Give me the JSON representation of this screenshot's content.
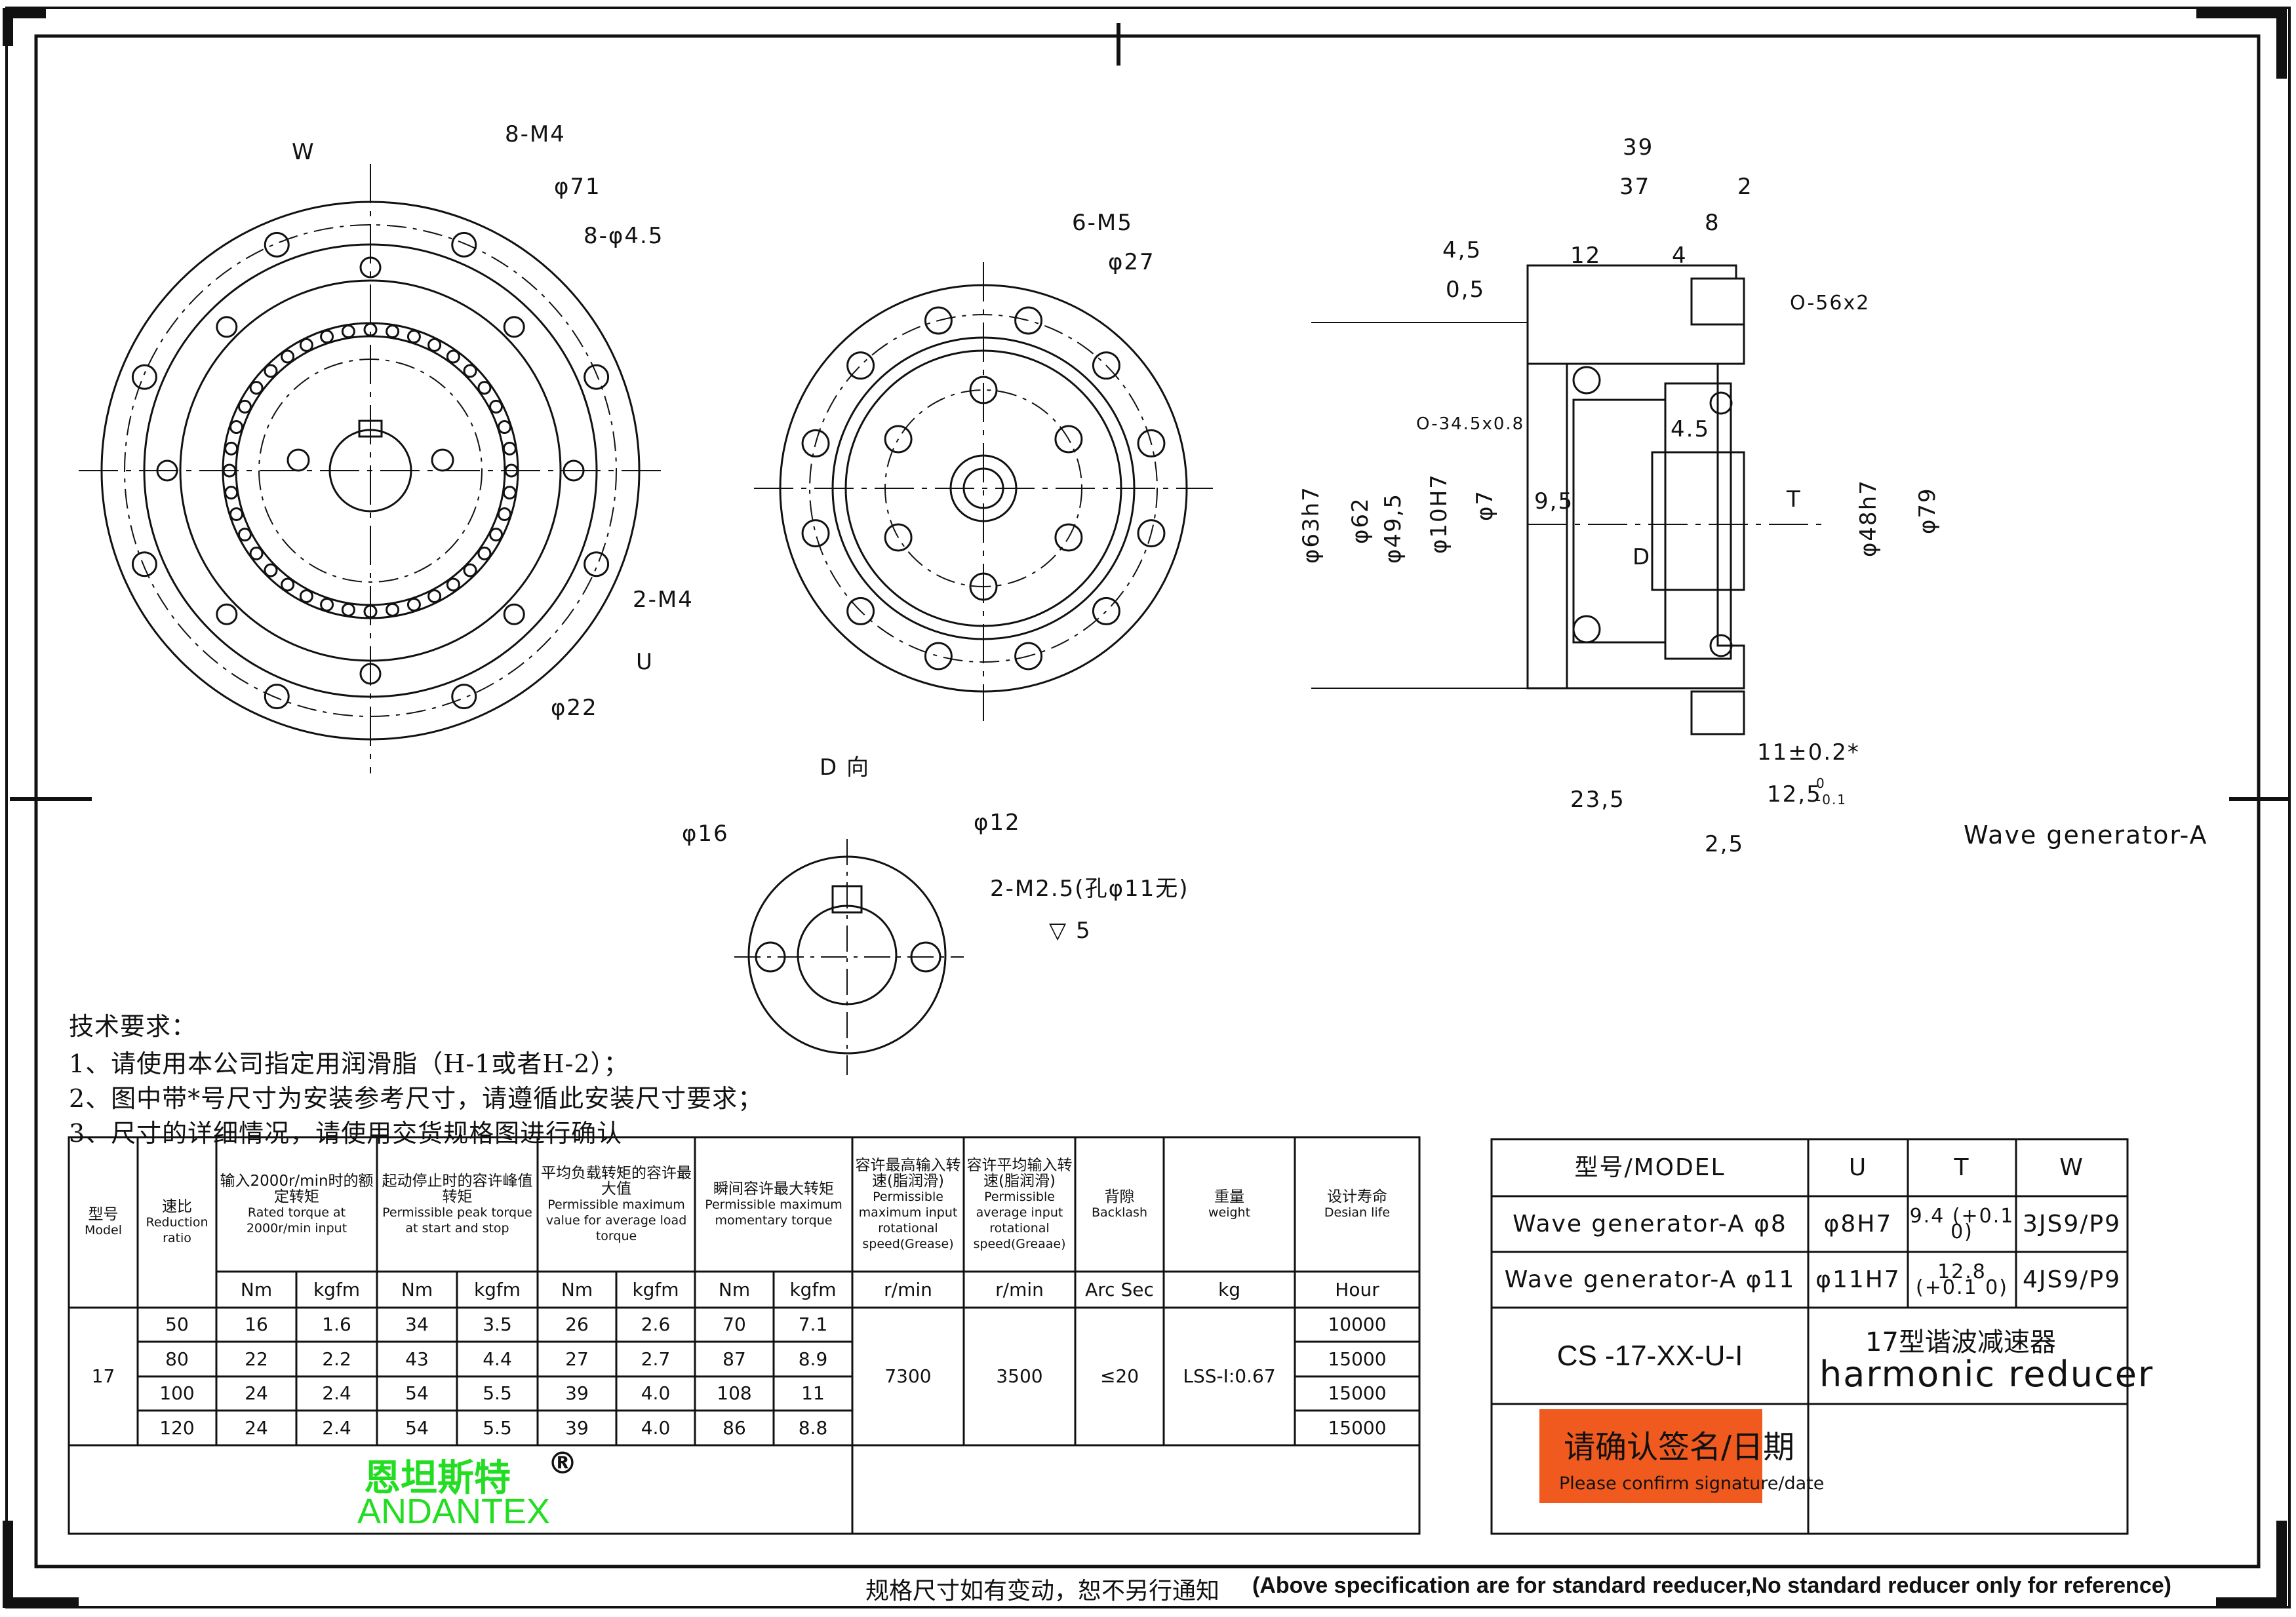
{
  "views": {
    "front_left": {
      "labels": {
        "w": "W",
        "m4": "8-M4",
        "d71": "φ71",
        "d45": "8-φ4.5",
        "m4b": "2-M4",
        "u": "U",
        "d22": "φ22"
      }
    },
    "front_mid": {
      "labels": {
        "m5": "6-M5",
        "d27": "φ27"
      },
      "caption": "D 向"
    },
    "section": {
      "labels": {
        "d39": "39",
        "d37": "37",
        "d2": "2",
        "d8": "8",
        "d45": "4,5",
        "d12": "12",
        "d4": "4",
        "d05": "0,5",
        "o56": "O-56x2",
        "o345": "O-34.5x0.8",
        "d45b": "4.5",
        "d63": "φ63h7",
        "d62": "φ62",
        "d495": "φ49,5",
        "d10": "φ10H7",
        "d7": "φ7",
        "d95": "9,5",
        "t": "T",
        "d": "D",
        "d48": "φ48h7",
        "d79": "φ79",
        "d11": "11±0.2*",
        "d125": "12,5",
        "tol_up": "0",
        "tol_lo": "-0.1",
        "d235": "23,5",
        "d25": "2,5",
        "wg": "Wave generator-A"
      }
    },
    "hub": {
      "labels": {
        "d16": "φ16",
        "d12": "φ12",
        "m25": "2-M2.5(孔φ11无)",
        "depth": "▽ 5"
      }
    }
  },
  "requirements": {
    "title": "技术要求：",
    "items": [
      "1、请使用本公司指定用润滑脂（H-1或者H-2）；",
      "2、图中带*号尺寸为安装参考尺寸，请遵循此安装尺寸要求；",
      "3、尺寸的详细情况，请使用交货规格图进行确认"
    ]
  },
  "spec_table": {
    "headers": [
      {
        "zh": "型号",
        "en": "Model"
      },
      {
        "zh": "速比",
        "en": "Reduction ratio"
      },
      {
        "zh": "输入2000r/min时的额定转矩",
        "en": "Rated torque at 2000r/min input"
      },
      {
        "zh": "起动停止时的容许峰值转矩",
        "en": "Permissible peak torque at start and stop"
      },
      {
        "zh": "平均负载转矩的容许最大值",
        "en": "Permissible maximum value for average load torque"
      },
      {
        "zh": "瞬间容许最大转矩",
        "en": "Permissible maximum momentary torque"
      },
      {
        "zh": "容许最高输入转速(脂润滑)",
        "en": "Permissible maximum input rotational speed(Grease)"
      },
      {
        "zh": "容许平均输入转速(脂润滑)",
        "en": "Permissible average input rotational speed(Greaae)"
      },
      {
        "zh": "背隙",
        "en": "Backlash"
      },
      {
        "zh": "重量",
        "en": "weight"
      },
      {
        "zh": "设计寿命",
        "en": "Desian life"
      }
    ],
    "units": [
      "Nm",
      "kgfm",
      "Nm",
      "kgfm",
      "Nm",
      "kgfm",
      "Nm",
      "kgfm",
      "r/min",
      "r/min",
      "Arc Sec",
      "kg",
      "Hour"
    ],
    "model": "17",
    "rows": [
      {
        "ratio": "50",
        "v": [
          "16",
          "1.6",
          "34",
          "3.5",
          "26",
          "2.6",
          "70",
          "7.1"
        ],
        "life": "10000"
      },
      {
        "ratio": "80",
        "v": [
          "22",
          "2.2",
          "43",
          "4.4",
          "27",
          "2.7",
          "87",
          "8.9"
        ],
        "life": "15000"
      },
      {
        "ratio": "100",
        "v": [
          "24",
          "2.4",
          "54",
          "5.5",
          "39",
          "4.0",
          "108",
          "11"
        ],
        "life": "15000"
      },
      {
        "ratio": "120",
        "v": [
          "24",
          "2.4",
          "54",
          "5.5",
          "39",
          "4.0",
          "86",
          "8.8"
        ],
        "life": "15000"
      }
    ],
    "max_speed": "7300",
    "avg_speed": "3500",
    "backlash": "≤20",
    "weight": "LSS-I:0.67"
  },
  "brand": {
    "zh": "恩坦斯特",
    "en": "ANDANTEX",
    "mark": "®",
    "color": "#22dd22"
  },
  "model_table": {
    "headers": [
      "型号/MODEL",
      "U",
      "T",
      "W"
    ],
    "rows": [
      {
        "model": "Wave generator-A φ8",
        "u": "φ8H7",
        "t": "9.4",
        "t_tol": "+0.1 0",
        "w": "3JS9/P9"
      },
      {
        "model": "Wave generator-A φ11",
        "u": "φ11H7",
        "t": "12.8",
        "t_tol": "+0.1 0",
        "w": "4JS9/P9"
      }
    ],
    "code": "CS -17-XX-U-I",
    "product_zh": "17型谐波减速器",
    "product_en": "harmonic reducer",
    "confirm_zh": "请确认签名/日期",
    "confirm_en": "Please confirm signature/date",
    "confirm_color": "#f05a1e"
  },
  "footer": {
    "zh": "规格尺寸如有变动，恕不另行通知",
    "en": "(Above specification are for standard reeducer,No standard reducer only for reference)"
  }
}
